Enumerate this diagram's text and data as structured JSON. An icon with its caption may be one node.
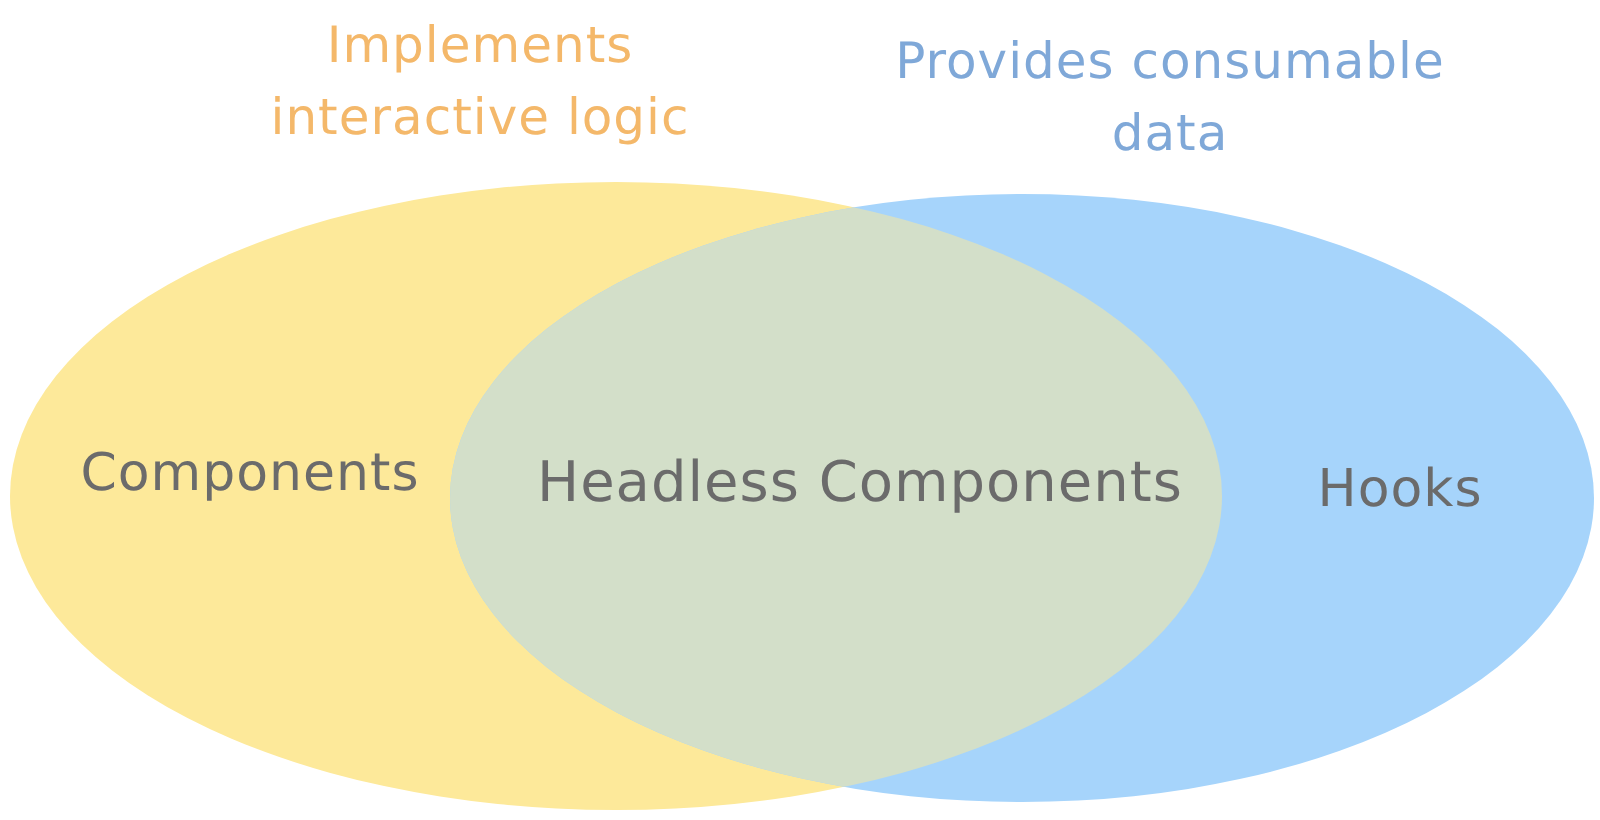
{
  "diagram": {
    "nodes": [
      {
        "text": [
          "Implements interactive logic",
          "Components"
        ]
      },
      {
        "text": [
          "Provides consumable data",
          "Hooks"
        ]
      }
    ],
    "labels": [
      "Headless Components"
    ]
  }
}
